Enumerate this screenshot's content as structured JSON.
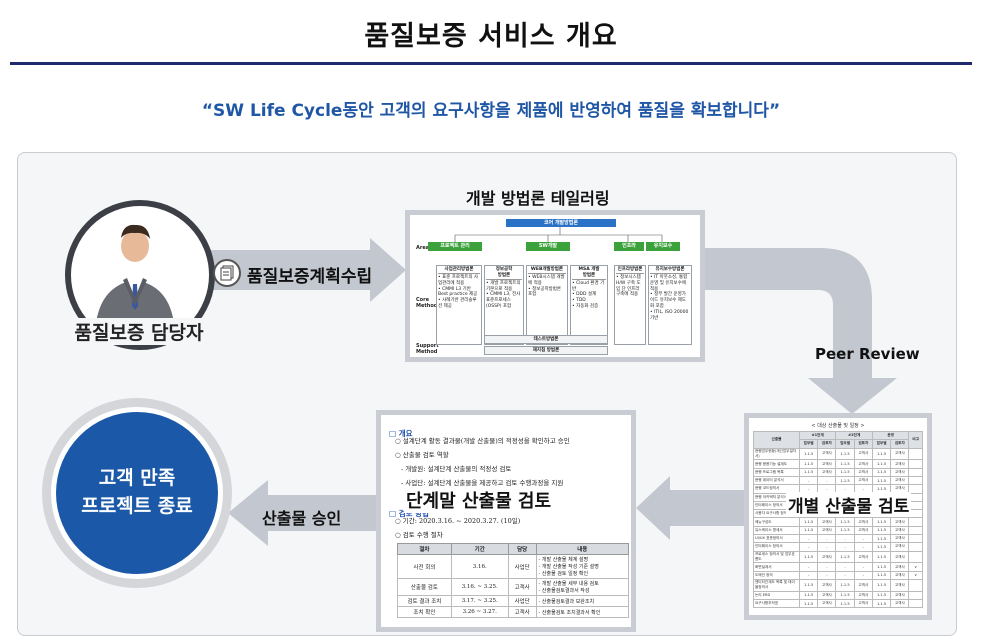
{
  "title": "품질보증 서비스 개요",
  "subtitle": "“SW Life Cycle동안 고객의 요구사항을 제품에 반영하여 품질을 확보합니다”",
  "person": {
    "label": "품질보증 담당자"
  },
  "plan": {
    "label": "품질보증계획수립"
  },
  "method": {
    "label": "개발 방법론 테일러링",
    "doc": {
      "top_header": "코어 개발방법론",
      "side_area": "Area",
      "side_core": "Core\nMethod",
      "side_support": "Support\nMethod",
      "areas": [
        "프로젝트 관리",
        "SW개발",
        "인프라",
        "유지보수"
      ],
      "cores": [
        {
          "head": "사업관리방법론",
          "text": "• 표준 프로젝트의 사업관리에 적용\n• CMMI L3 기반 Best practice 제공\n• 사례기반 관리솔루션 제공"
        },
        {
          "head": "정보공학\n방법론",
          "text": "• 개발 프로젝트의 기본으로 적용\n• CMMI L3, 전사표준프로세스(OSSP) 포함"
        },
        {
          "head": "WEB개발방법론",
          "text": "• WEB시스템 개발에 적용\n• 정보공학방법론 포함"
        },
        {
          "head": "MSA 개발\n방법론",
          "text": "• Cloud 환경 기반\n• DDD 설계\n• TDD\n• 자동화 검증"
        },
        {
          "head": "인프라방법론",
          "text": "• 정보시스템 H/W 구축 도입 단 인프라 구축에 적용"
        },
        {
          "head": "유지보수방법론",
          "text": "• IT 아웃소싱, 통합운영 및 유지보수에 적용\n• 정부 발간 운영가이드 유지보수 제도화 포함\n• ITIL, ISO 20000 기반"
        }
      ],
      "supports": [
        "테스트방법론",
        "재지침 방법론"
      ]
    }
  },
  "peer": {
    "label": "Peer Review"
  },
  "review": {
    "big_label": "단계말 산출물 검토",
    "heading1": "개요",
    "lines": [
      "설계단계 활동 결과물(개발 산출물)의 적정성을 확인하고 승인",
      "산출물 검토 역할",
      "- 개발원: 설계단계 산출물의 적정성 검토",
      "- 사업단: 설계단계 산출물을 제공하고 검토 수행과정을 지원"
    ],
    "heading2": "검토 방법",
    "lines2": [
      "기간: 2020.3.16. ~ 2020.3.27. (10일)",
      "검토 수행 절차"
    ],
    "table": {
      "headers": [
        "절차",
        "기간",
        "담당",
        "내용"
      ],
      "rows": [
        [
          "사전 회의",
          "3.16.",
          "사업단",
          "- 개발 산출물 체계 설명\n- 개발 산출물 작성 기준 설명\n- 산출물 검토 일정 확인"
        ],
        [
          "산출물 검토",
          "3.16. ~ 3.25.",
          "고객사",
          "- 개발 산출물 세부 내용 검토\n- 산출물검토결과서 작성"
        ],
        [
          "검토 결과 조치",
          "3.17. ~ 3.25.",
          "사업단",
          "- 산출물검토결과 보완조치"
        ],
        [
          "조치 확인",
          "3.26 ~ 3.27.",
          "고객사",
          "- 산출물검토 조치결과서 확인"
        ]
      ]
    }
  },
  "output": {
    "big_label": "개별 산출물 검토",
    "caption": "< 대상 산출물 및 일정 >",
    "headers": [
      "산출물",
      "#1단계",
      "#2단계",
      "운영",
      "비고"
    ],
    "sub_headers": [
      "업무별",
      "검토자",
      "업무별",
      "검토자",
      "업무별",
      "검토자"
    ],
    "rows": [
      [
        "현행업무현황(개선업무절차서)",
        "1.1.5",
        "고객사",
        "1.1.5",
        "고객사",
        "1.1.5",
        "고객사",
        ""
      ],
      [
        "현행 응용기능 설계도",
        "1.1.5",
        "고객사",
        "1.1.5",
        "고객사",
        "1.1.5",
        "고객사",
        ""
      ],
      [
        "현행 프로그램 목록",
        "1.1.5",
        "고객사",
        "1.1.5",
        "고객사",
        "1.1.5",
        "고객사",
        ""
      ],
      [
        "현행 데이터 분석서",
        "-",
        "-",
        "1.1.5",
        "고객사",
        "1.1.5",
        "고객사",
        ""
      ],
      [
        "현행 코드정의서",
        "-",
        "-",
        "-",
        "-",
        "1.1.5",
        "고객사",
        ""
      ],
      [
        "현행 아키텍처 분석서",
        "1.1.5",
        "고객사",
        "1.1.5",
        "고객사",
        "1.1.5",
        "고객사",
        ""
      ],
      [
        "인터페이스 정의서",
        "1.1.5",
        "고객사",
        "1.1.5",
        "고객사",
        "1.1.5",
        "고객사",
        ""
      ],
      [
        "사용자 요구사항 정의서",
        "1.1.5",
        "고객사",
        "1.1.5",
        "고객사",
        "1.1.5",
        "고객사",
        ""
      ],
      [
        "메뉴구성도",
        "1.1.5",
        "고객사",
        "1.1.5",
        "고객사",
        "1.1.5",
        "고객사",
        ""
      ],
      [
        "유스케이스 명세서",
        "1.1.5",
        "고객사",
        "1.1.5",
        "고객사",
        "1.1.5",
        "고객사",
        ""
      ],
      [
        "UI/UX 표준정의서",
        "-",
        "-",
        "-",
        "-",
        "1.1.5",
        "고객사",
        ""
      ],
      [
        "인터페이스 정의서",
        "-",
        "-",
        "-",
        "-",
        "1.1.5",
        "고객사",
        ""
      ],
      [
        "프로세스 정의서 및 업무흐름도",
        "1.1.5",
        "고객사",
        "1.1.5",
        "고객사",
        "1.1.5",
        "고객사",
        ""
      ],
      [
        "화면설계서",
        "-",
        "-",
        "-",
        "-",
        "1.1.5",
        "고객사",
        "v"
      ],
      [
        "도메인 정의",
        "-",
        "-",
        "-",
        "-",
        "1.1.5",
        "고객사",
        "v"
      ],
      [
        "엔티티관계도 목록 및 테이블정의서",
        "1.1.5",
        "고객사",
        "1.1.5",
        "고객사",
        "1.1.5",
        "고객사",
        ""
      ],
      [
        "논리 ERD",
        "1.1.5",
        "고객사",
        "1.1.5",
        "고객사",
        "1.1.5",
        "고객사",
        ""
      ],
      [
        "요구사항추적표",
        "1.1.5",
        "고객사",
        "1.1.5",
        "고객사",
        "1.1.5",
        "고객사",
        ""
      ]
    ]
  },
  "approve": {
    "label": "산출물 승인"
  },
  "satisfaction": {
    "line1": "고객 만족",
    "line2": "프로젝트 종료"
  },
  "colors": {
    "navy": "#1f2a6e",
    "accent": "#1f57a6",
    "circle": "#1b59a8",
    "arrow": "#c3c7cf"
  }
}
